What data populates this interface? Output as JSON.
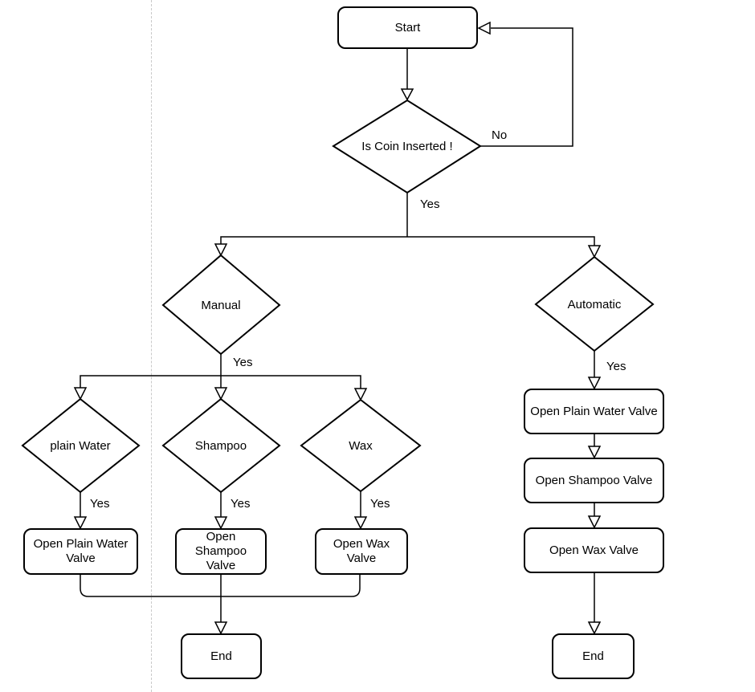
{
  "colors": {
    "stroke": "#000000",
    "node_fill": "#ffffff",
    "background": "#ffffff",
    "page_divider": "#c9c9c9"
  },
  "nodes": {
    "start": {
      "label": "Start",
      "type": "terminator"
    },
    "coin_check": {
      "label": "Is Coin Inserted !",
      "type": "decision"
    },
    "manual": {
      "label": "Manual",
      "type": "decision"
    },
    "automatic": {
      "label": "Automatic",
      "type": "decision"
    },
    "plain_water": {
      "label": "plain Water",
      "type": "decision"
    },
    "shampoo": {
      "label": "Shampoo",
      "type": "decision"
    },
    "wax": {
      "label": "Wax",
      "type": "decision"
    },
    "open_plain_water_manual": {
      "label": "Open Plain Water Valve",
      "type": "process"
    },
    "open_shampoo_manual": {
      "label": "Open Shampoo Valve",
      "type": "process"
    },
    "open_wax_manual": {
      "label": "Open Wax Valve",
      "type": "process"
    },
    "end_manual": {
      "label": "End",
      "type": "terminator"
    },
    "open_plain_water_auto": {
      "label": "Open Plain Water Valve",
      "type": "process"
    },
    "open_shampoo_auto": {
      "label": "Open Shampoo Valve",
      "type": "process"
    },
    "open_wax_auto": {
      "label": "Open Wax Valve",
      "type": "process"
    },
    "end_auto": {
      "label": "End",
      "type": "terminator"
    }
  },
  "edges": [
    {
      "from": "start",
      "to": "coin_check"
    },
    {
      "from": "coin_check",
      "to": "start",
      "label": "No"
    },
    {
      "from": "coin_check",
      "to": "manual",
      "label": "Yes"
    },
    {
      "from": "coin_check",
      "to": "automatic"
    },
    {
      "from": "manual",
      "to": "plain_water",
      "label": "Yes"
    },
    {
      "from": "manual",
      "to": "shampoo"
    },
    {
      "from": "manual",
      "to": "wax"
    },
    {
      "from": "plain_water",
      "to": "open_plain_water_manual",
      "label": "Yes"
    },
    {
      "from": "shampoo",
      "to": "open_shampoo_manual",
      "label": "Yes"
    },
    {
      "from": "wax",
      "to": "open_wax_manual",
      "label": "Yes"
    },
    {
      "from": "open_plain_water_manual",
      "to": "end_manual"
    },
    {
      "from": "open_shampoo_manual",
      "to": "end_manual"
    },
    {
      "from": "open_wax_manual",
      "to": "end_manual"
    },
    {
      "from": "automatic",
      "to": "open_plain_water_auto",
      "label": "Yes"
    },
    {
      "from": "open_plain_water_auto",
      "to": "open_shampoo_auto"
    },
    {
      "from": "open_shampoo_auto",
      "to": "open_wax_auto"
    },
    {
      "from": "open_wax_auto",
      "to": "end_auto"
    }
  ]
}
